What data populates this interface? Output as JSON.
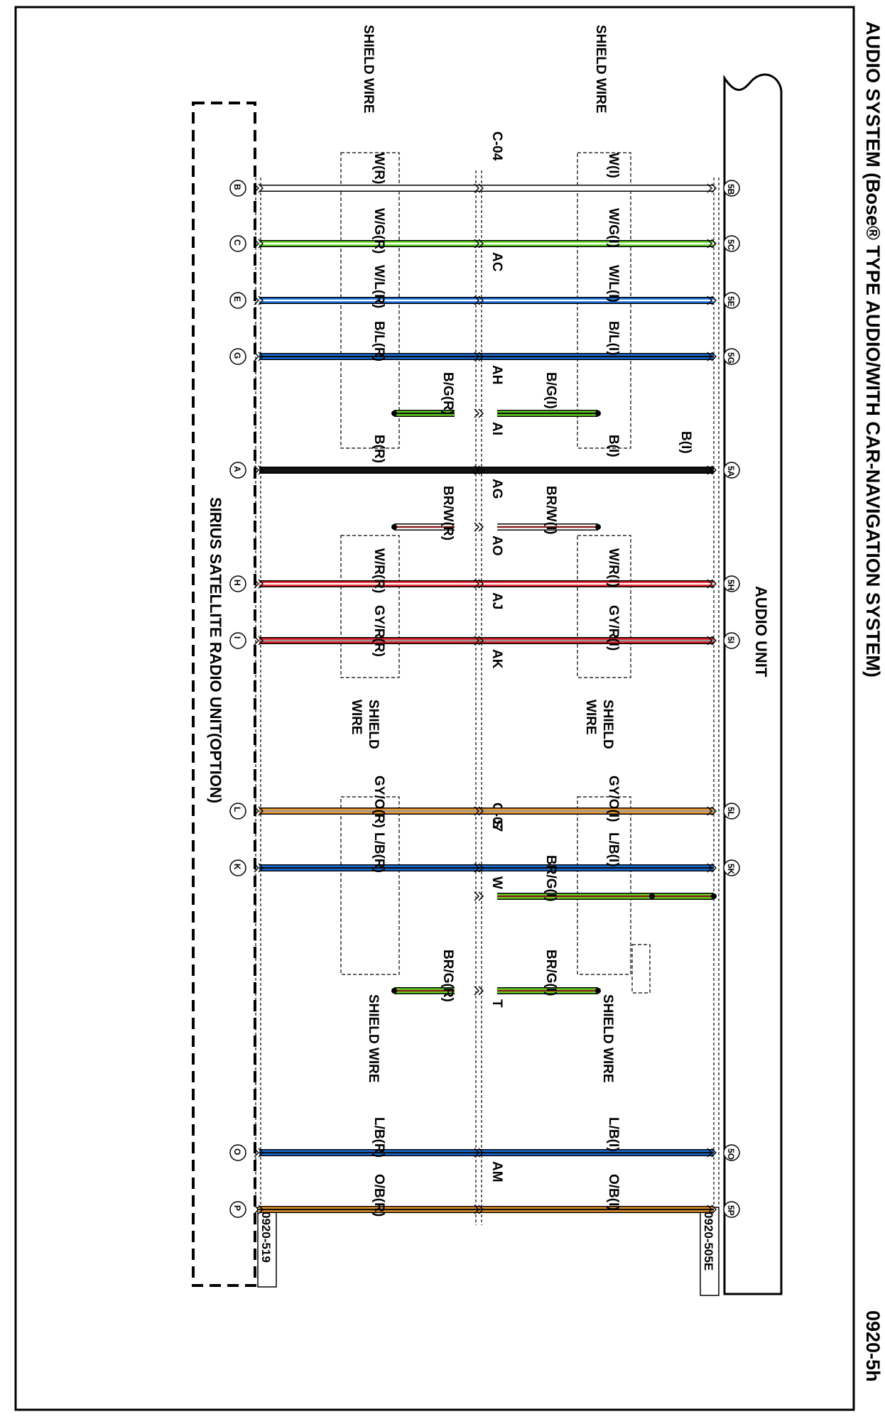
{
  "title": "AUDIO SYSTEM (Bose® TYPE AUDIO/WITH CAR-NAVIGATION SYSTEM)",
  "page_number": "0920-5h",
  "audio_unit": {
    "label": "AUDIO UNIT",
    "connector": "0920-505E"
  },
  "radio_unit": {
    "label": "SIRIUS SATELLITE RADIO UNIT(OPTION)",
    "connector": "0920-519"
  },
  "connectors": {
    "c04": "C-04",
    "c07": "C-07"
  },
  "colors": {
    "W": "#ffffff",
    "G": "#66dd22",
    "L": "#1a73e8",
    "B": "#111111",
    "R": "#e8202a",
    "GY": "#9a9a9a",
    "O": "#f39a2b",
    "BR": "#8a1a1a"
  },
  "circuits": [
    {
      "id": "B",
      "top": "5B",
      "bottom": "B",
      "upper": "W(I)",
      "lower": "W(R)",
      "conn": "",
      "colors": [
        "W",
        "W"
      ]
    },
    {
      "id": "C",
      "top": "5C",
      "bottom": "C",
      "upper": "W/G(I)",
      "lower": "W/G(R)",
      "conn": "AC",
      "colors": [
        "G",
        "W"
      ]
    },
    {
      "id": "E",
      "top": "5E",
      "bottom": "E",
      "upper": "W/L(I)",
      "lower": "W/L(R)",
      "conn": "",
      "colors": [
        "L",
        "W"
      ]
    },
    {
      "id": "G",
      "top": "5G",
      "bottom": "G",
      "upper": "B/L(I)",
      "lower": "B/L(R)",
      "conn": "AH",
      "colors": [
        "L",
        "B"
      ]
    },
    {
      "id": "A",
      "top": "5A",
      "bottom": "A",
      "upper": "B(I)",
      "lower": "B(R)",
      "conn": "AG",
      "colors": [
        "B",
        "B"
      ]
    },
    {
      "id": "H",
      "top": "5H",
      "bottom": "H",
      "upper": "W/R(I)",
      "lower": "W/R(R)",
      "conn": "AJ",
      "colors": [
        "R",
        "W"
      ]
    },
    {
      "id": "I",
      "top": "5I",
      "bottom": "I",
      "upper": "GY/R(I)",
      "lower": "GY/R(R)",
      "conn": "AK",
      "colors": [
        "R",
        "GY"
      ]
    },
    {
      "id": "L",
      "top": "5L",
      "bottom": "L",
      "upper": "GY/O(I)",
      "lower": "GY/O(R)",
      "conn": "S",
      "colors": [
        "O",
        "GY"
      ]
    },
    {
      "id": "K",
      "top": "5K",
      "bottom": "K",
      "upper": "L/B(I)",
      "lower": "L/B(R)",
      "conn": "W",
      "colors": [
        "L",
        "B"
      ]
    },
    {
      "id": "O",
      "top": "5O",
      "bottom": "O",
      "upper": "L/B(I)",
      "lower": "L/B(R)",
      "conn": "AM",
      "colors": [
        "L",
        "B"
      ]
    },
    {
      "id": "P",
      "top": "5P",
      "bottom": "P",
      "upper": "O/B(I)",
      "lower": "O/B(R)",
      "conn": "",
      "colors": [
        "O",
        "B"
      ]
    }
  ],
  "drains": [
    {
      "upper": "B/G(I)",
      "lower": "B/G(R)",
      "conn": "AI",
      "colors": [
        "G",
        "B"
      ]
    },
    {
      "upper": "BR/W(I)",
      "lower": "BR/W(R)",
      "conn": "AO",
      "colors": [
        "W",
        "BR"
      ]
    },
    {
      "upper": "BR/G(I)",
      "lower": "BR/G(R)",
      "conn": "T",
      "colors": [
        "G",
        "BR"
      ]
    },
    {
      "upper": "BR/G(I)",
      "lower": "",
      "conn": "",
      "colors": [
        "G",
        "BR"
      ]
    }
  ],
  "shield_wire": "SHIELD WIRE",
  "shield_wire_split": [
    "SHIELD",
    "WIRE"
  ]
}
